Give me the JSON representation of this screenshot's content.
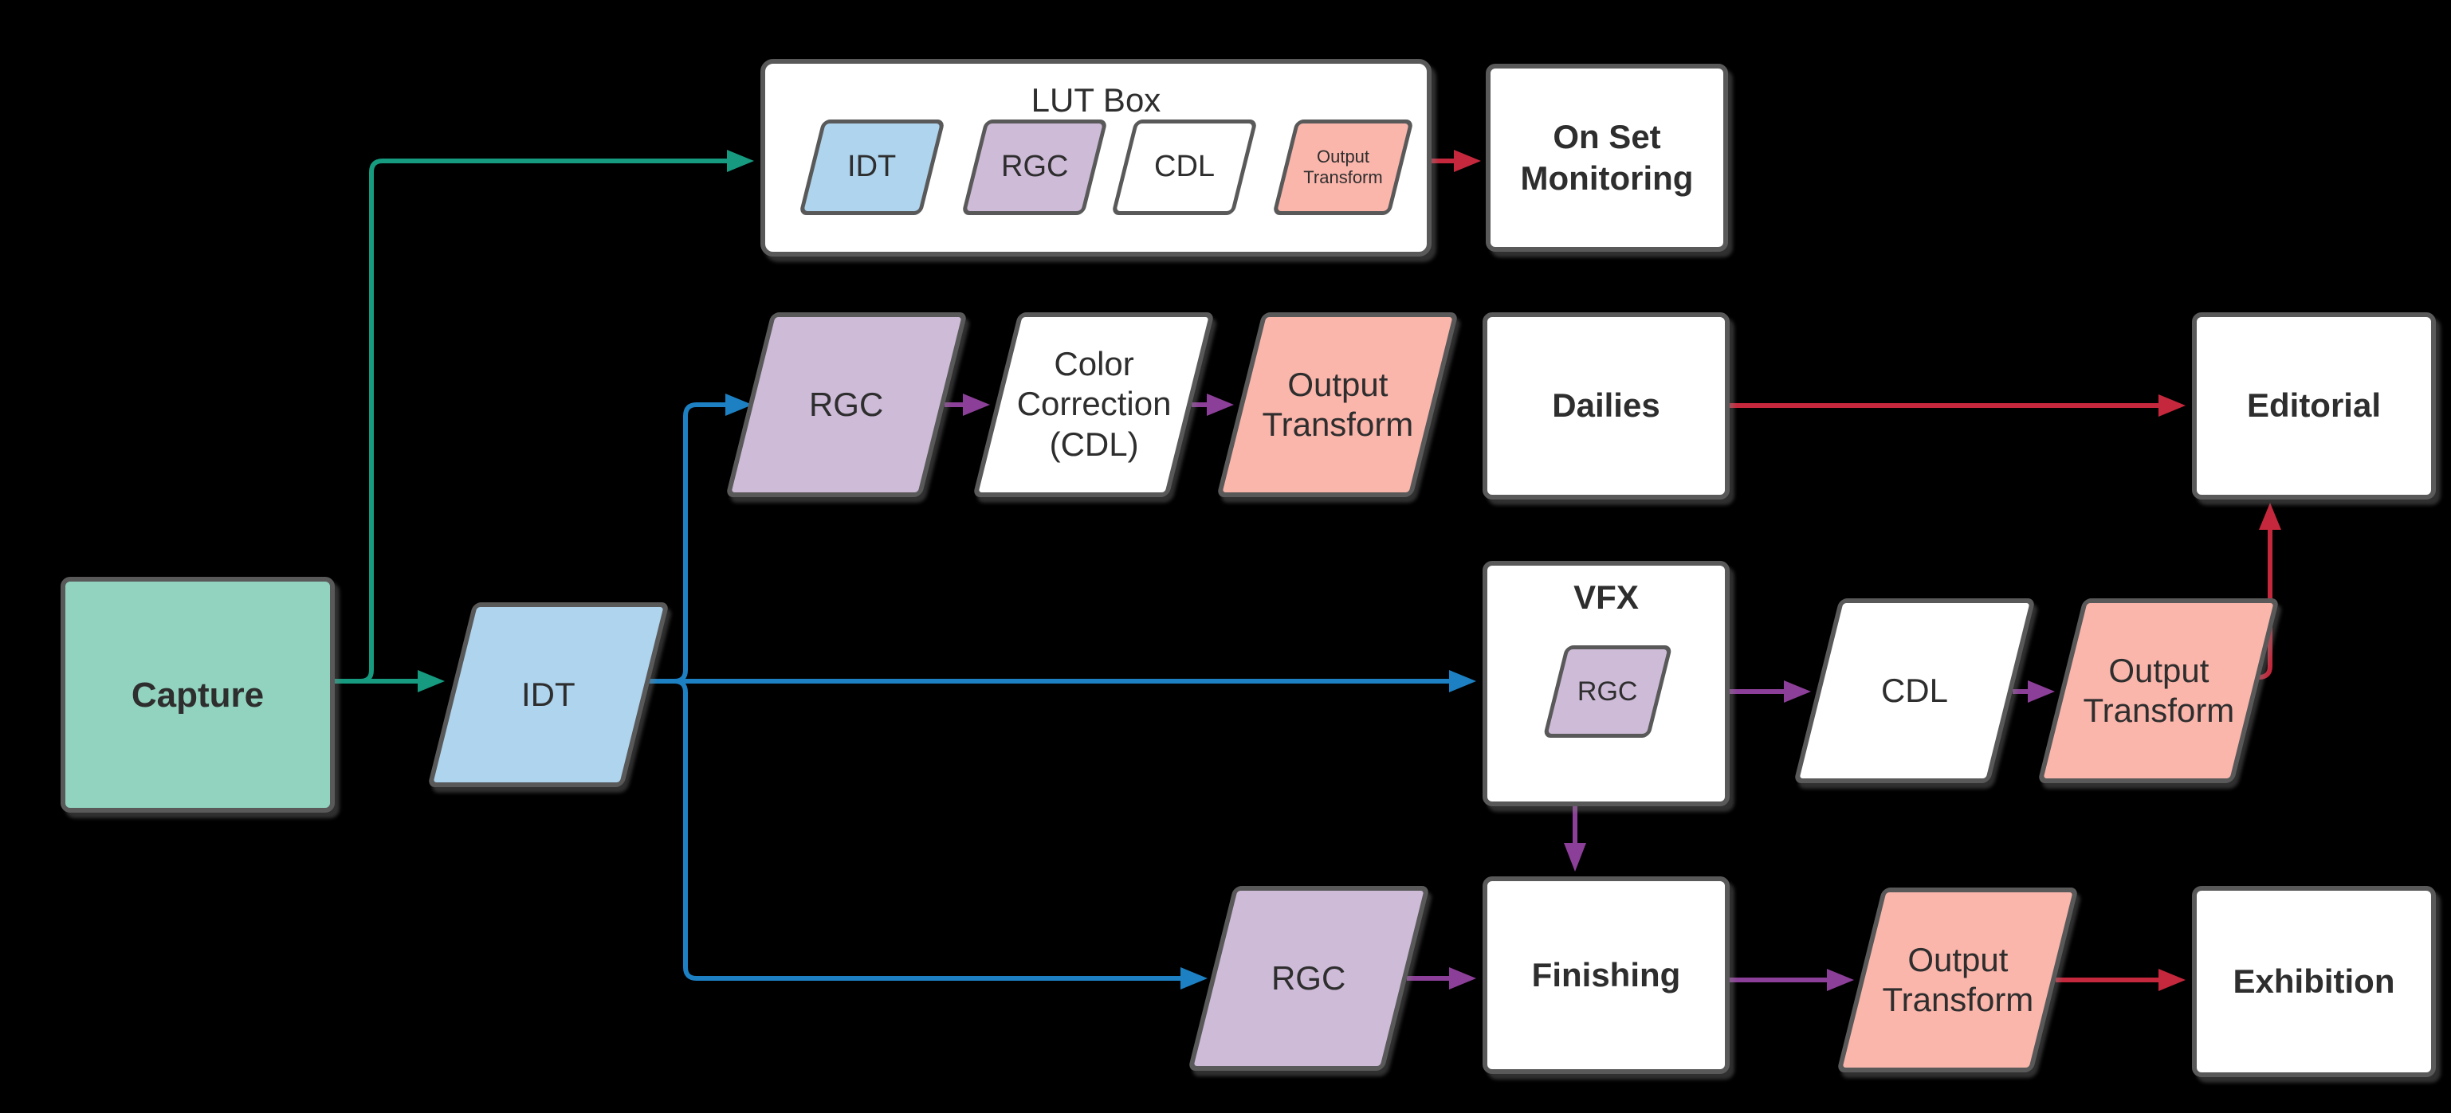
{
  "colors": {
    "background": "#000000",
    "shape_border": "#595959",
    "text": "#2e2e2e",
    "teal_fill": "#91d3bf",
    "blue_fill": "#aed4ee",
    "purple_fill": "#cebbd8",
    "salmon_fill": "#fbb6ac",
    "white_fill": "#ffffff",
    "arrow_green": "#169b80",
    "arrow_blue": "#1d80c3",
    "arrow_purple": "#8c3f98",
    "arrow_red": "#c5283c"
  },
  "nodes": {
    "capture": {
      "label": "Capture"
    },
    "idt": {
      "label": "IDT"
    },
    "lut_box": {
      "title": "LUT Box",
      "idt": "IDT",
      "rgc": "RGC",
      "cdl": "CDL",
      "output_transform": "Output Transform"
    },
    "on_set_monitoring": {
      "label": "On Set Monitoring"
    },
    "rgc_dailies": {
      "label": "RGC"
    },
    "color_correction": {
      "label": "Color Correction (CDL)"
    },
    "output_transform_dailies": {
      "label": "Output Transform"
    },
    "dailies": {
      "label": "Dailies"
    },
    "editorial": {
      "label": "Editorial"
    },
    "vfx": {
      "title": "VFX",
      "rgc": "RGC"
    },
    "cdl_vfx": {
      "label": "CDL"
    },
    "output_transform_vfx": {
      "label": "Output Transform"
    },
    "rgc_finishing": {
      "label": "RGC"
    },
    "finishing": {
      "label": "Finishing"
    },
    "output_transform_finishing": {
      "label": "Output Transform"
    },
    "exhibition": {
      "label": "Exhibition"
    }
  },
  "edges": [
    {
      "from": "Capture",
      "to": "IDT",
      "color": "green"
    },
    {
      "from": "Capture",
      "to": "LUT Box",
      "color": "green"
    },
    {
      "from": "LUT Box",
      "to": "On Set Monitoring",
      "color": "red"
    },
    {
      "from": "IDT",
      "to": "RGC (Dailies)",
      "color": "blue"
    },
    {
      "from": "IDT",
      "to": "VFX",
      "color": "blue"
    },
    {
      "from": "IDT",
      "to": "RGC (Finishing)",
      "color": "blue"
    },
    {
      "from": "RGC (Dailies)",
      "to": "Color Correction (CDL)",
      "color": "purple"
    },
    {
      "from": "Color Correction (CDL)",
      "to": "Output Transform (Dailies)",
      "color": "purple"
    },
    {
      "from": "Output Transform (Dailies)",
      "to": "Dailies",
      "color": "red"
    },
    {
      "from": "Dailies",
      "to": "Editorial",
      "color": "red"
    },
    {
      "from": "VFX",
      "to": "CDL (VFX)",
      "color": "purple"
    },
    {
      "from": "CDL (VFX)",
      "to": "Output Transform (VFX)",
      "color": "purple"
    },
    {
      "from": "Output Transform (VFX)",
      "to": "Editorial",
      "color": "red"
    },
    {
      "from": "VFX",
      "to": "Finishing",
      "color": "purple"
    },
    {
      "from": "RGC (Finishing)",
      "to": "Finishing",
      "color": "purple"
    },
    {
      "from": "Finishing",
      "to": "Output Transform (Finishing)",
      "color": "purple"
    },
    {
      "from": "Output Transform (Finishing)",
      "to": "Exhibition",
      "color": "red"
    }
  ]
}
